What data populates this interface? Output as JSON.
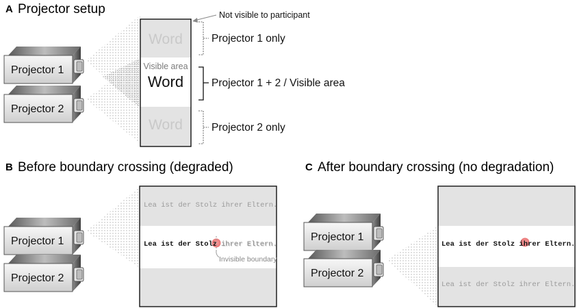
{
  "panels": {
    "a": {
      "letter": "A",
      "title": "Projector setup",
      "projector1": "Projector 1",
      "projector2": "Projector 2",
      "word_top": "Word",
      "visible_area_label": "Visible area",
      "word_center": "Word",
      "word_bottom": "Word",
      "not_visible_note": "Not visible to participant",
      "bracket_p1": "Projector 1 only",
      "bracket_both": "Projector 1 + 2 / Visible area",
      "bracket_p2": "Projector 2 only"
    },
    "b": {
      "letter": "B",
      "title": "Before boundary crossing (degraded)",
      "projector1": "Projector 1",
      "projector2": "Projector 2",
      "sentence_top": "Lea ist der Stolz ihrer Eltern.",
      "sentence_visible_pre": "Lea ist der Stolz",
      "sentence_visible_post": "ihrer Eltern.",
      "boundary_label": "Invisible boundary"
    },
    "c": {
      "letter": "C",
      "title": "After boundary crossing (no degradation)",
      "projector1": "Projector 1",
      "projector2": "Projector 2",
      "sentence_visible": "Lea ist der Stolz ihrer Eltern.",
      "sentence_bottom": "Lea ist der Stolz ihrer Eltern."
    }
  },
  "colors": {
    "gray_area": "#e3e3e3",
    "fixation_dot": "#f08a8a",
    "projector_body": "#d9d9d9"
  }
}
